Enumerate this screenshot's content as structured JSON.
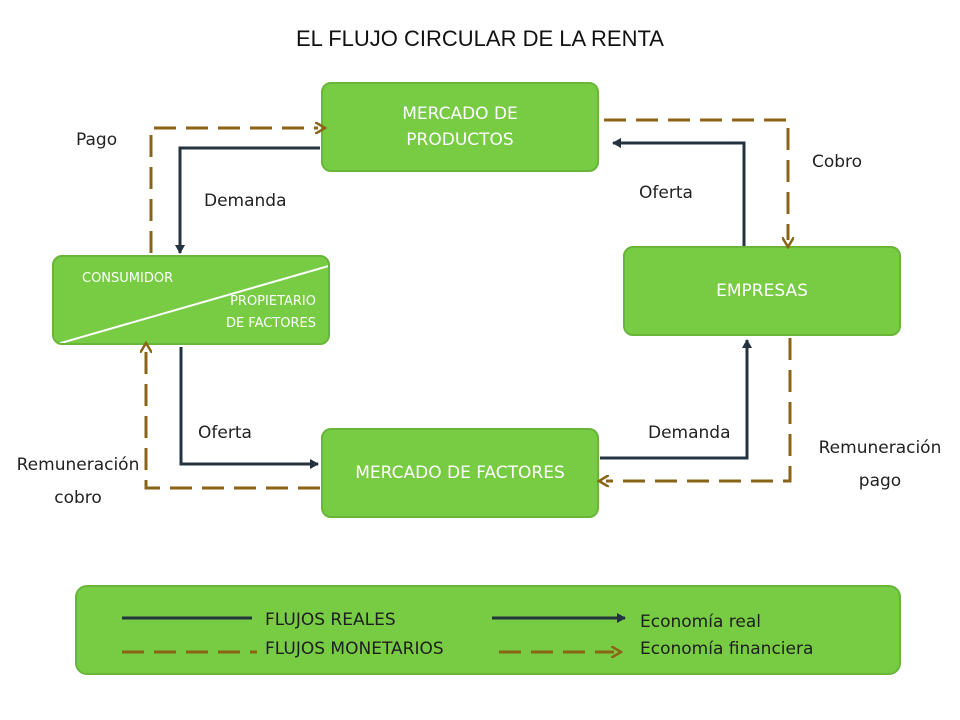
{
  "title": "EL FLUJO CIRCULAR DE LA RENTA",
  "nodes": {
    "productos": "MERCADO DE PRODUCTOS",
    "factores": "MERCADO DE FACTORES",
    "empresas": "EMPRESAS",
    "consumidor": "CONSUMIDOR",
    "propietario_1": "PROPIETARIO",
    "propietario_2": "DE FACTORES"
  },
  "labels": {
    "pago": "Pago",
    "demanda_top": "Demanda",
    "oferta_top": "Oferta",
    "cobro": "Cobro",
    "oferta_bottom": "Oferta",
    "demanda_bottom": "Demanda",
    "remuneracion_cobro_1": "Remuneración",
    "remuneracion_cobro_2": "cobro",
    "remuneracion_pago_1": "Remuneración",
    "remuneracion_pago_2": "pago"
  },
  "legend": {
    "flujos_reales": "FLUJOS REALES",
    "flujos_monetarios": "FLUJOS MONETARIOS",
    "economia_real": "Economía real",
    "economia_financiera": "Economía financiera"
  },
  "colors": {
    "box_fill": "#77cc44",
    "real_flow": "#243340",
    "monetary_flow": "#8a6414"
  }
}
